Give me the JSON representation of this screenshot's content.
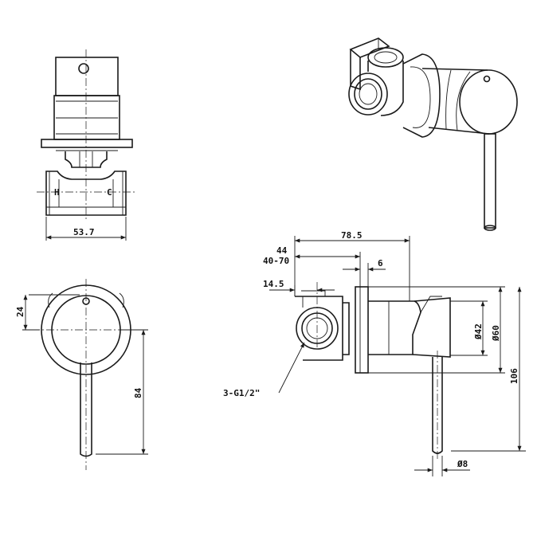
{
  "labels": {
    "hot": "H",
    "cold": "C",
    "width_bottom": "53.7",
    "offset_top": "24",
    "lever_length": "84",
    "depth_total": "78.5",
    "depth_body": "44",
    "depth_range": "40-70",
    "flange_gap": "6",
    "inlet_offset": "14.5",
    "thread": "3-G1/2\"",
    "dia_inner": "Ø42",
    "dia_outer": "Ø60",
    "height_total": "106",
    "lever_dia": "Ø8"
  },
  "colors": {
    "line": "#1a1a1a",
    "background": "#ffffff"
  }
}
